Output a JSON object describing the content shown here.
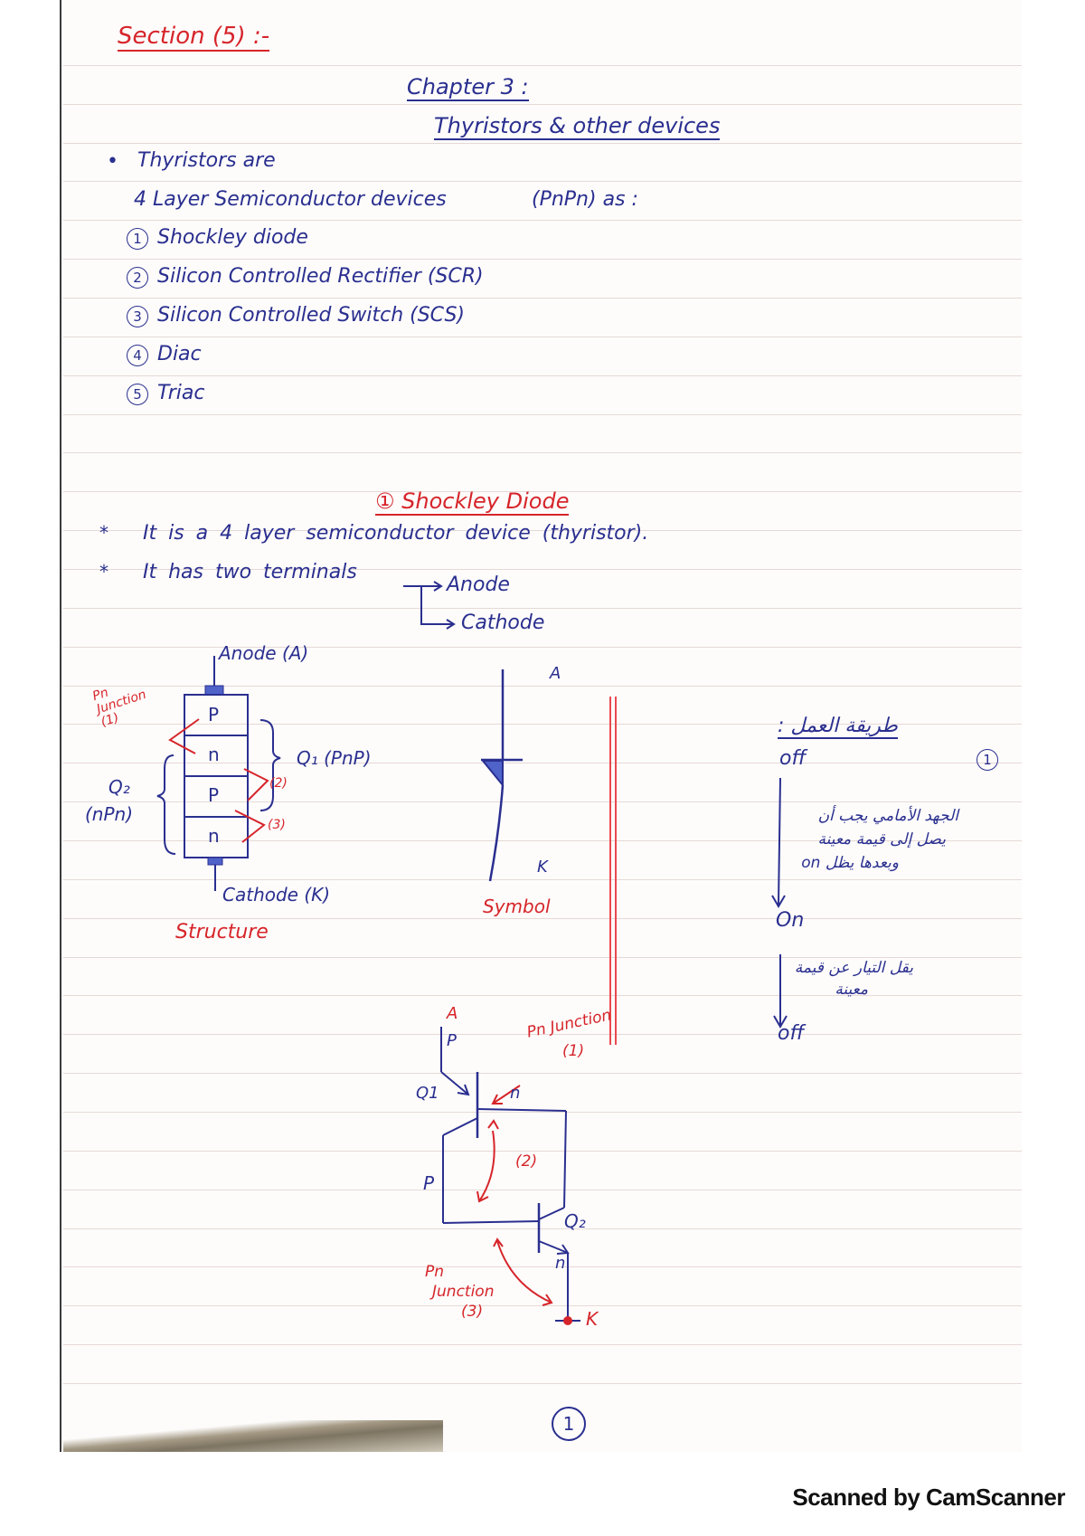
{
  "header": {
    "section": "Section (5) :-",
    "chapter": "Chapter 3 :",
    "chapter_title": "Thyristors & other devices"
  },
  "intro": {
    "bullet": "•",
    "line1": "Thyristors are",
    "line2": "4 Layer Semiconductor devices",
    "line2_note": "(PnPn) as :",
    "devices": [
      {
        "num": "1",
        "label": "Shockley diode"
      },
      {
        "num": "2",
        "label": "Silicon Controlled Rectifier (SCR)"
      },
      {
        "num": "3",
        "label": "Silicon Controlled Switch (SCS)"
      },
      {
        "num": "4",
        "label": "Diac"
      },
      {
        "num": "5",
        "label": "Triac"
      }
    ]
  },
  "shockley": {
    "heading": "① Shockley Diode",
    "points": [
      {
        "marker": "*",
        "text": "It is a 4 layer semiconductor device (thyristor)."
      },
      {
        "marker": "*",
        "text": "It has two terminals"
      }
    ],
    "terminals": [
      "Anode",
      "Cathode"
    ]
  },
  "structure": {
    "anode_label": "Anode (A)",
    "cathode_label": "Cathode (K)",
    "layers": [
      "P",
      "n",
      "P",
      "n"
    ],
    "junction1_label": "Pn Junction (1)",
    "junction2_label": "(2)",
    "junction3_label": "(3)",
    "q1_label": "Q₁ (PnP)",
    "q2_label": "Q₂",
    "q2_sub": "(nPn)",
    "caption": "Structure"
  },
  "symbol": {
    "a_label": "A",
    "k_label": "K",
    "caption": "Symbol"
  },
  "operation": {
    "title": "طريقة العمل :",
    "step_num": "1",
    "state_off": "off",
    "cond_on_line1": "الجهد الأمامي يجب أن",
    "cond_on_line2": "يصل إلى قيمة معينة",
    "cond_on_line3": "وبعدها يظل on",
    "state_on": "On",
    "cond_off_line1": "يقل التيار عن قيمة",
    "cond_off_line2": "معينة",
    "state_off2": "off"
  },
  "equivalent": {
    "a_label": "A",
    "k_label": "K",
    "p_top": "P",
    "q1": "Q1",
    "n_top": "n",
    "p_left": "P",
    "q2": "Q₂",
    "n_bottom": "n",
    "junction1": "Pn Junction",
    "junction1_num": "(1)",
    "junction2": "(2)",
    "junction3_a": "Pn",
    "junction3_b": "Junction",
    "junction3_num": "(3)"
  },
  "footer": {
    "page_number": "1",
    "scanner_mark": "Scanned by CamScanner"
  },
  "colors": {
    "ink_blue": "#2a2f8f",
    "ink_red": "#d6252a",
    "rule": "#e6d9d6"
  }
}
